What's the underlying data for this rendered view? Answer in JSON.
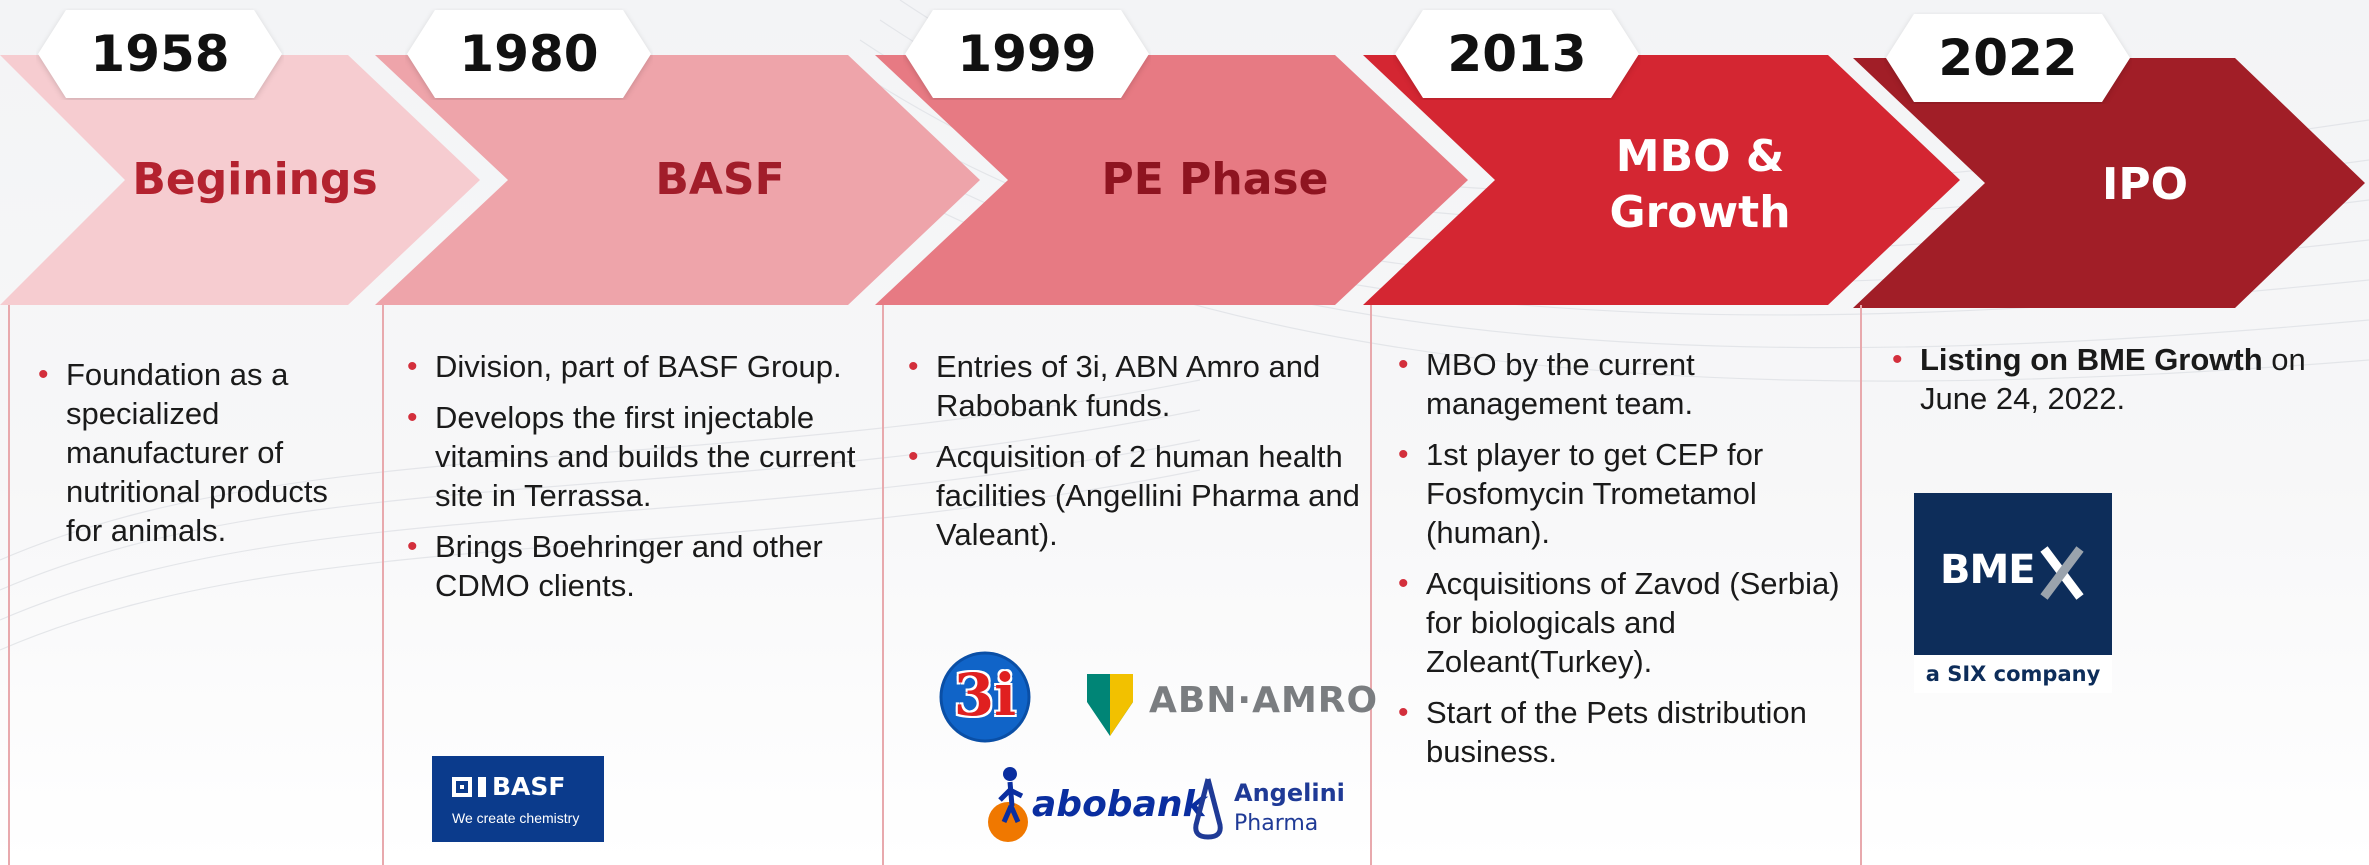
{
  "phases": [
    {
      "year": "1958",
      "title": "Beginings",
      "color": "#f6ccd0",
      "title_color": "#b3222f",
      "bullets": [
        {
          "text": "Foundation as a specialized manufacturer of nutritional products for animals."
        }
      ]
    },
    {
      "year": "1980",
      "title": "BASF",
      "color": "#eea4aa",
      "title_color": "#a11d2a",
      "bullets": [
        {
          "text": "Division, part of BASF Group."
        },
        {
          "text": "Develops the first injectable vitamins and builds the current site in Terrassa."
        },
        {
          "text": "Brings Boehringer and other CDMO clients."
        }
      ]
    },
    {
      "year": "1999",
      "title": "PE Phase",
      "color": "#e77a83",
      "title_color": "#8e1420",
      "bullets": [
        {
          "text": "Entries of 3i, ABN Amro and Rabobank funds."
        },
        {
          "text": "Acquisition of 2 human health facilities (Angellini Pharma and Valeant)."
        }
      ]
    },
    {
      "year": "2013",
      "title": "MBO &\nGrowth",
      "color": "#d42632",
      "title_color": "#ffffff",
      "bullets": [
        {
          "text": "MBO by the current management team."
        },
        {
          "text": "1st player to get CEP for Fosfomycin Trometamol (human)."
        },
        {
          "text": "Acquisitions of Zavod (Serbia) for biologicals and Zoleant(Turkey)."
        },
        {
          "text": "Start of the Pets distribution business."
        }
      ]
    },
    {
      "year": "2022",
      "title": "IPO",
      "color": "#a11e27",
      "title_color": "#ffffff",
      "bullets": [
        {
          "bold": "Listing on BME Growth",
          "text": " on June 24, 2022."
        }
      ]
    }
  ],
  "logos": {
    "basf": {
      "name": "BASF",
      "tagline": "We create chemistry",
      "color": "#0b3b8c"
    },
    "three_i": {
      "name": "3i",
      "color": "#1064c8",
      "accent": "#e02020"
    },
    "abn_amro": {
      "name": "ABN·AMRO",
      "color": "#008576",
      "accent": "#f2c100"
    },
    "rabobank": {
      "name": "abobank",
      "color": "#0a2ea0",
      "accent": "#f07800"
    },
    "angelini": {
      "name": "Angelini",
      "sub": "Pharma",
      "color": "#1f3a96"
    },
    "bme": {
      "name": "BME",
      "tagline": "a SIX company",
      "color": "#0d2d5a"
    }
  }
}
